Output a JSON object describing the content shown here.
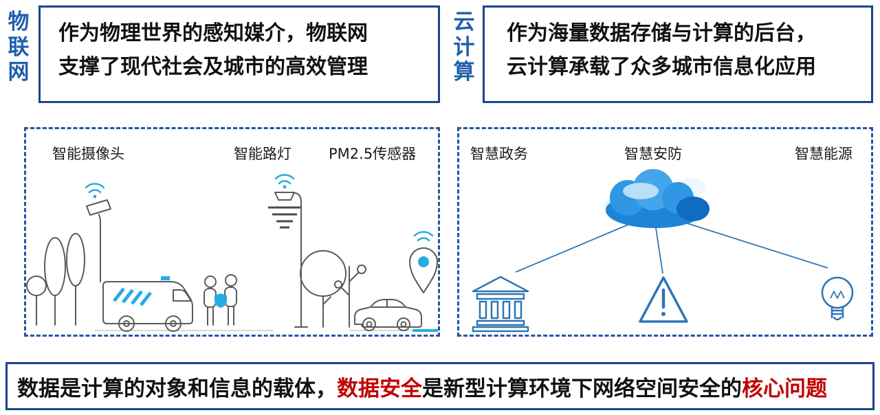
{
  "colors": {
    "border_blue": "#17458c",
    "label_blue": "#1f5fae",
    "dashed_blue": "#2156a5",
    "accent_blue": "#29abe2",
    "icon_blue": "#2e75b6",
    "cloud_blue": "#1e84d8",
    "highlight_red": "#c00000"
  },
  "iot_panel": {
    "side_label": "物联网",
    "line1": "作为物理世界的感知媒介，物联网",
    "line2": "支撑了现代社会及城市的高效管理"
  },
  "cloud_panel": {
    "side_label": "云计算",
    "line1": "作为海量数据存储与计算的后台，",
    "line2": "云计算承载了众多城市信息化应用"
  },
  "iot_diagram": {
    "labels": [
      "智能摄像头",
      "智能路灯",
      "PM2.5传感器"
    ],
    "icon_names": [
      "trees-icon",
      "smart-camera-icon",
      "ambulance-van-icon",
      "workers-icon",
      "smart-streetlight-icon",
      "round-tree-icon",
      "sapling-icon",
      "car-icon",
      "gps-pin-icon"
    ]
  },
  "cloud_diagram": {
    "labels": [
      "智慧政务",
      "智慧安防",
      "智慧能源"
    ],
    "icon_names": [
      "cloud-icon",
      "government-building-icon",
      "warning-triangle-icon",
      "lightbulb-icon"
    ]
  },
  "banner": {
    "part1": "数据是计算的对象和信息的载体，",
    "highlight1": "数据安全",
    "part2": "是新型计算环境下网络空间安全的",
    "highlight2": "核心问题"
  }
}
